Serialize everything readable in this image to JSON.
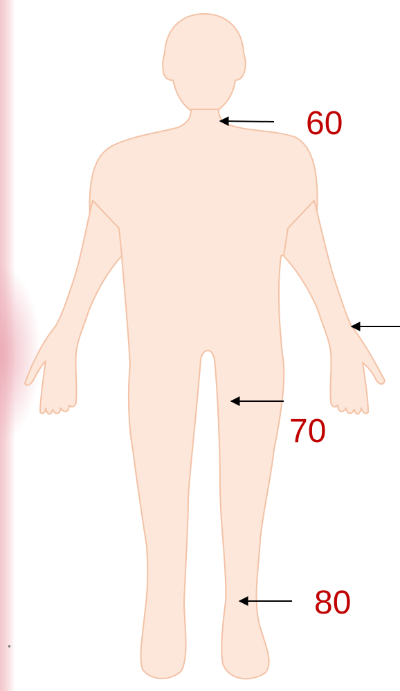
{
  "colors": {
    "skin_fill": "#fde7da",
    "skin_stroke": "#f3c2a6",
    "label_color": "#c00000",
    "arrow_color": "#000000",
    "left_border_tint": "#f2c6cc"
  },
  "labels": {
    "neck": "60",
    "thigh": "70",
    "calf": "80"
  }
}
